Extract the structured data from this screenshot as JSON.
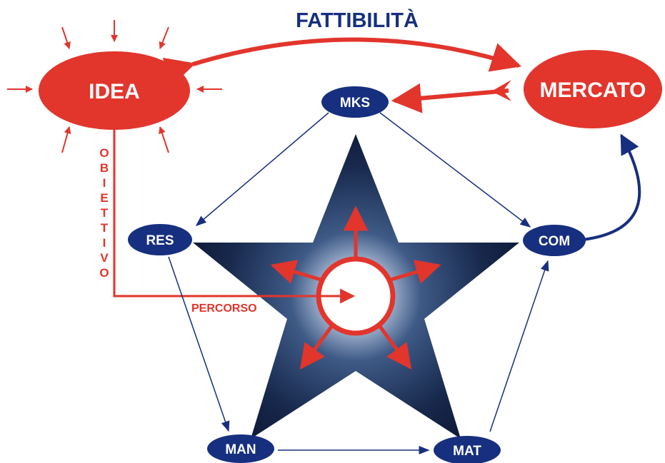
{
  "title": "FATTIBILITÀ",
  "nodes": {
    "idea": "IDEA",
    "mercato": "MERCATO",
    "mks": "MKS",
    "res": "RES",
    "com": "COM",
    "man": "MAN",
    "mat": "MAT"
  },
  "labels": {
    "obiettivo": [
      "O",
      "B",
      "I",
      "E",
      "T",
      "T",
      "I",
      "V",
      "O"
    ],
    "percorso": "PERCORSO"
  },
  "colors": {
    "red": "#e2352c",
    "navy": "#172f7f",
    "star_dark": "#0f1b3d",
    "white": "#ffffff"
  }
}
